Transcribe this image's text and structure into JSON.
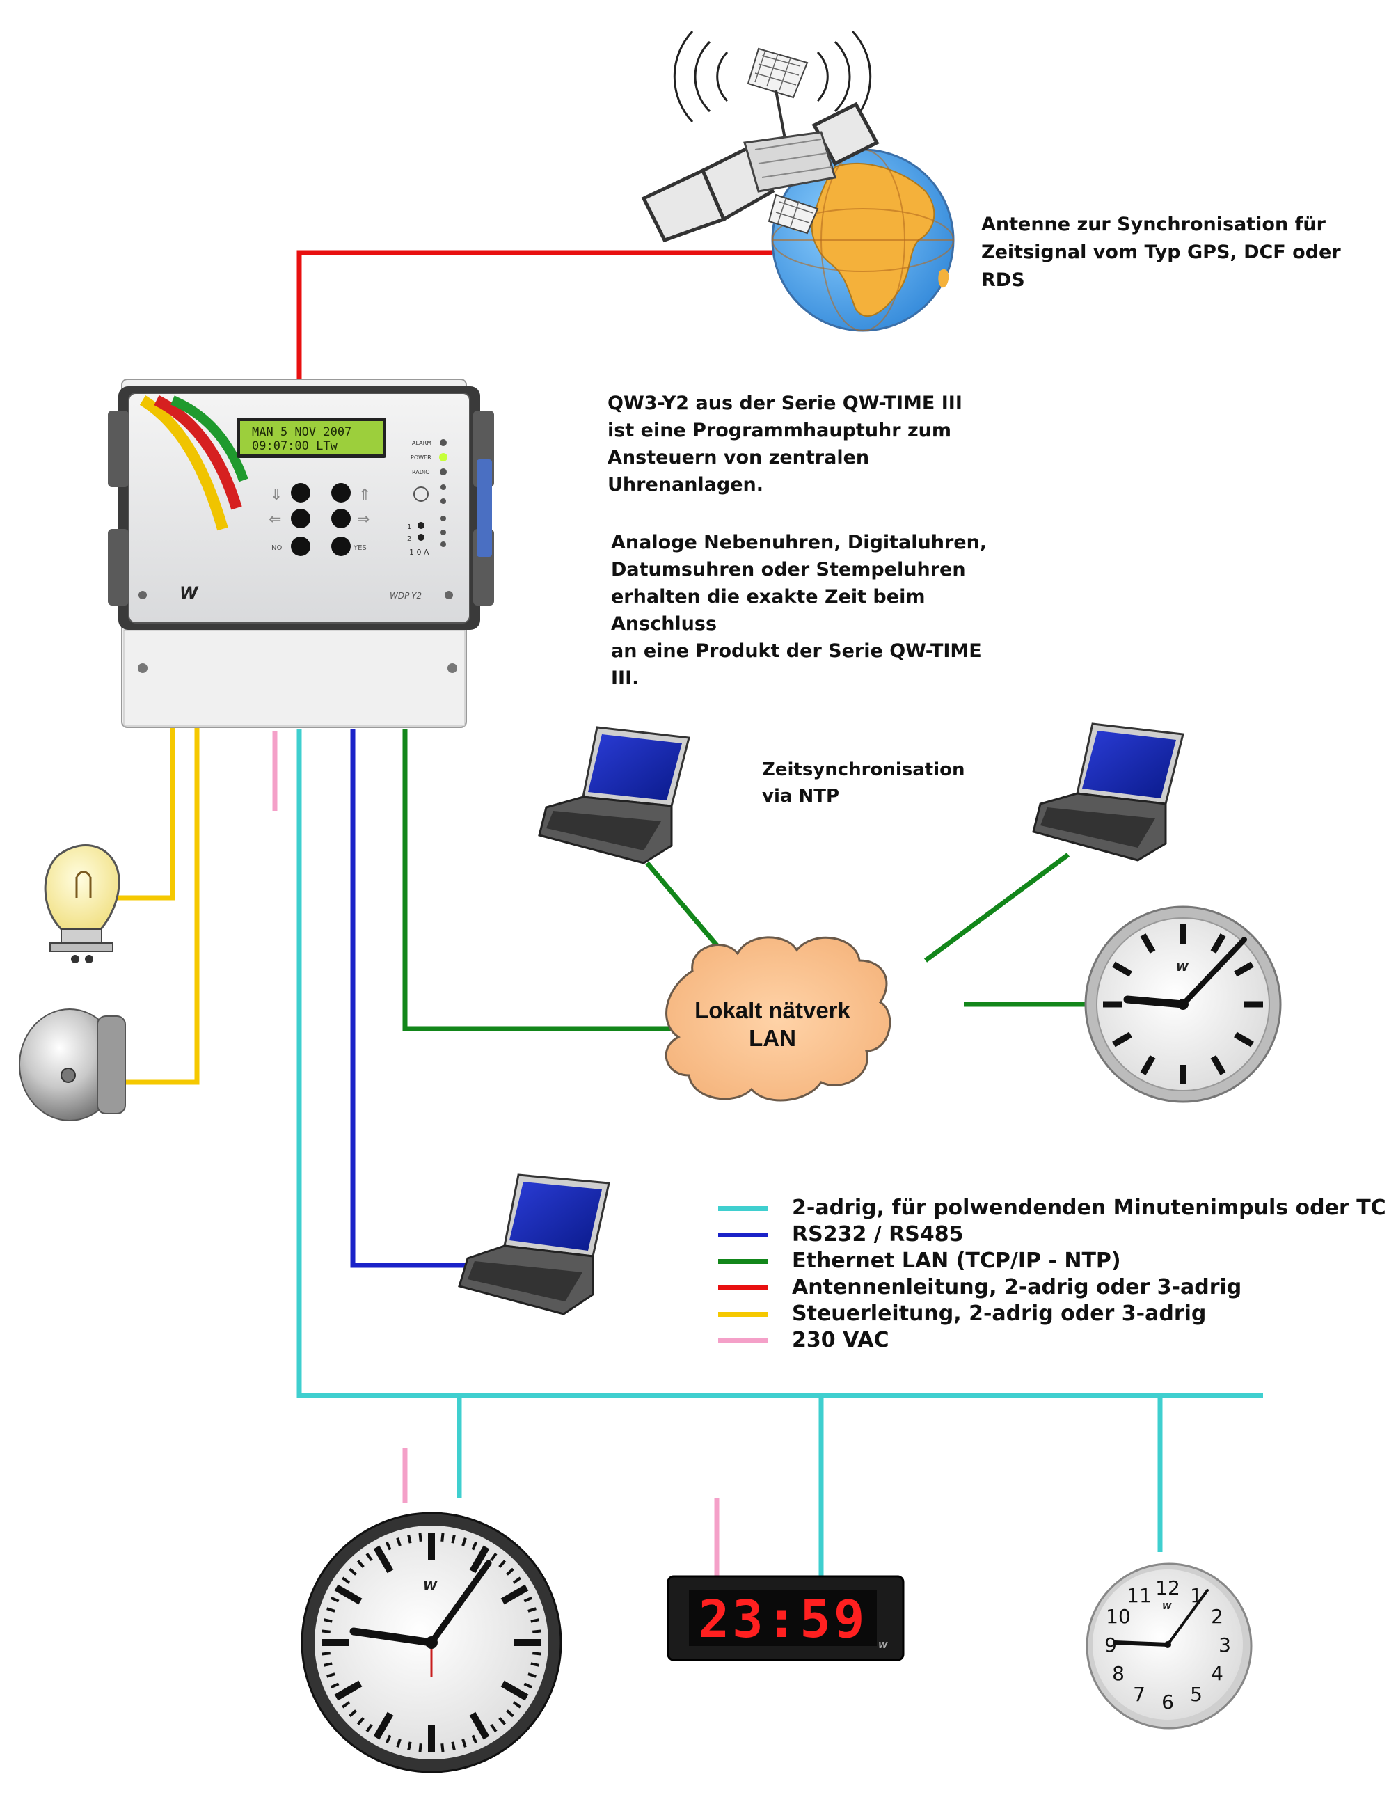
{
  "texts": {
    "antenna_line1": "Antenne zur Synchronisation für",
    "antenna_line2": "Zeitsignal vom Typ GPS, DCF oder RDS",
    "qw_line1": "QW3-Y2 aus der Serie QW-TIME III",
    "qw_line2": "ist eine Programmhauptuhr zum",
    "qw_line3": "Ansteuern von zentralen",
    "qw_line4": "Uhrenanlagen.",
    "qw2_line1": "Analoge Nebenuhren, Digitaluhren,",
    "qw2_line2": "Datumsuhren oder Stempeluhren",
    "qw2_line3": "erhalten die exakte Zeit beim Anschluss",
    "qw2_line4": "an eine Produkt der Serie QW-TIME III.",
    "ntp_line1": "Zeitsynchronisation",
    "ntp_line2": "via NTP",
    "lan_line1": "Lokalt nätverk",
    "lan_line2": "LAN"
  },
  "device": {
    "lcd_line1": "MAN  5 NOV 2007",
    "lcd_line2": "09:07:00 LTw",
    "led_labels": [
      "ALARM",
      "POWER",
      "RADIO"
    ],
    "button_labels": [
      "NO",
      "YES"
    ],
    "relay_labels": [
      "1",
      "2",
      "1 0 A"
    ],
    "model": "WDP-Y2",
    "logo": "W"
  },
  "digital_clock": {
    "display": "23:59"
  },
  "clock_numerals": [
    "12",
    "1",
    "2",
    "3",
    "4",
    "5",
    "6",
    "7",
    "8",
    "9",
    "10",
    "11"
  ],
  "legend": [
    {
      "color": "#3fcfcf",
      "label": "2-adrig, für polwendenden Minutenimpuls oder TC"
    },
    {
      "color": "#1a22c8",
      "label": "RS232 / RS485"
    },
    {
      "color": "#12861a",
      "label": "Ethernet LAN (TCP/IP - NTP)"
    },
    {
      "color": "#e81010",
      "label": "Antennenleitung, 2-adrig oder 3-adrig"
    },
    {
      "color": "#f5c800",
      "label": "Steuerleitung, 2-adrig oder 3-adrig"
    },
    {
      "color": "#f4a0c8",
      "label": "230 VAC"
    }
  ],
  "colors": {
    "cyan": "#3fcfcf",
    "blue": "#1a22c8",
    "green": "#12861a",
    "red": "#e81010",
    "yellow": "#f5c800",
    "pink": "#f4a0c8"
  }
}
